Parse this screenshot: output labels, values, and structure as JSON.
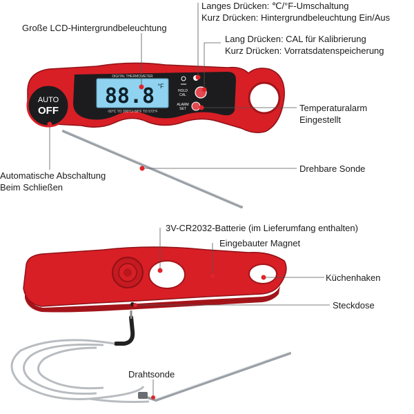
{
  "device": {
    "lcd_header": "DIGITAL THERMOMETER",
    "lcd_reading": "88.8",
    "lcd_unit": "°F",
    "lcd_range": "-50°C TO 300°C/-58°F TO 572°F",
    "auto_off_top": "AUTO",
    "auto_off_bottom": "OFF",
    "btn_hold_label": "HOLD\nCAL",
    "btn_alarm_label": "ALARM\nSET"
  },
  "labels": {
    "lcd_backlight": "Große LCD-Hintergrundbeleuchtung",
    "top_button_line1": "Langes Drücken: ℃/°F-Umschaltung",
    "top_button_line2": "Kurz Drücken: Hintergrundbeleuchtung Ein/Aus",
    "hold_button_line1": "Lang Drücken: CAL für Kalibrierung",
    "hold_button_line2": "Kurz Drücken: Vorratsdatenspeicherung",
    "alarm_line1": "Temperaturalarm",
    "alarm_line2": "Eingestellt",
    "auto_off_line1": "Automatische Abschaltung",
    "auto_off_line2": "Beim Schließen",
    "probe": "Drehbare Sonde",
    "battery": "3V-CR2032-Batterie (im Lieferumfang enthalten)",
    "magnet": "Eingebauter Magnet",
    "hook": "Küchenhaken",
    "socket": "Steckdose",
    "wire_probe": "Drahtsonde"
  },
  "colors": {
    "body_red": "#d81f26",
    "body_dark_red": "#a3141a",
    "leader_red": "#e0252b",
    "lcd_blue": "#8fd3f0",
    "metal": "#b8bcc0"
  }
}
